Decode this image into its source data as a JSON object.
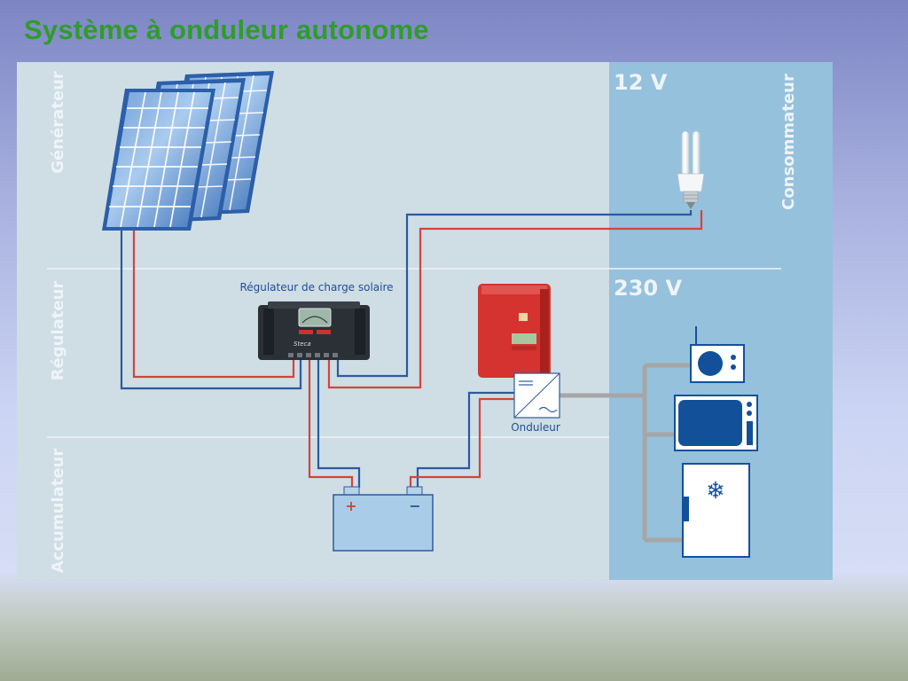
{
  "slide": {
    "title": "Système à onduleur autonome"
  },
  "diagram": {
    "zones": {
      "generator": "Générateur",
      "regulator": "Régulateur",
      "accumulator": "Accumulateur",
      "consumer": "Consommateur"
    },
    "voltages": {
      "dc": "12 V",
      "ac": "230 V"
    },
    "labels": {
      "regulator_caption": "Régulateur de charge solaire",
      "inverter_caption": "Onduleur",
      "brand": "Steca",
      "battery_plus": "+",
      "battery_minus": "−",
      "fridge_symbol": "❄"
    },
    "colors": {
      "panel_bg": "#cfdde5",
      "consumer_bg": "#95c1dc",
      "wire_positive": "#d1453c",
      "wire_negative": "#2c5aa0",
      "wire_ac": "#a6a6a6",
      "zone_text": "#f4f8fb",
      "caption_text": "#1f4f96",
      "inverter_red": "#d4332f",
      "device_blue": "#12519a"
    }
  }
}
